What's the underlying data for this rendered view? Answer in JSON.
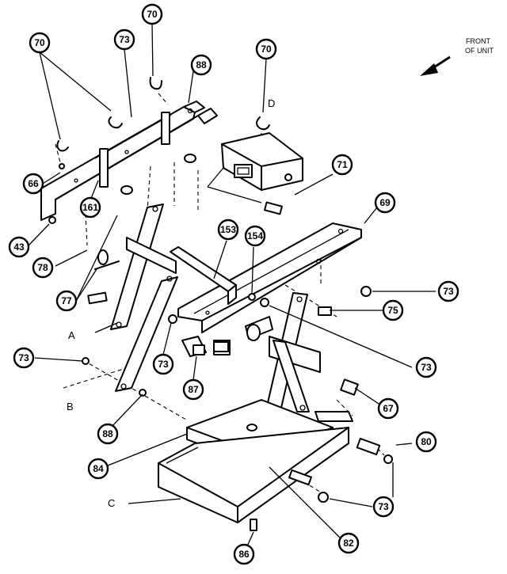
{
  "diagram": {
    "front_label": [
      "FRONT",
      "OF UNIT"
    ],
    "letters": {
      "a": "A",
      "b": "B",
      "c": "C",
      "d": "D"
    },
    "callouts": {
      "c70_left": "70",
      "c70_top": "70",
      "c70_mid": "70",
      "c73_top": "73",
      "c88": "88",
      "c71": "71",
      "c69": "69",
      "c66": "66",
      "c161": "161",
      "c43": "43",
      "c78": "78",
      "c153": "153",
      "c154": "154",
      "c73_right": "73",
      "c77": "77",
      "c75": "75",
      "c73_left": "73",
      "c73_center": "73",
      "c73_mid_right": "73",
      "c87": "87",
      "c67": "67",
      "c88_low": "88",
      "c80": "80",
      "c84": "84",
      "c73_bottom": "73",
      "c82": "82",
      "c86": "86"
    }
  }
}
